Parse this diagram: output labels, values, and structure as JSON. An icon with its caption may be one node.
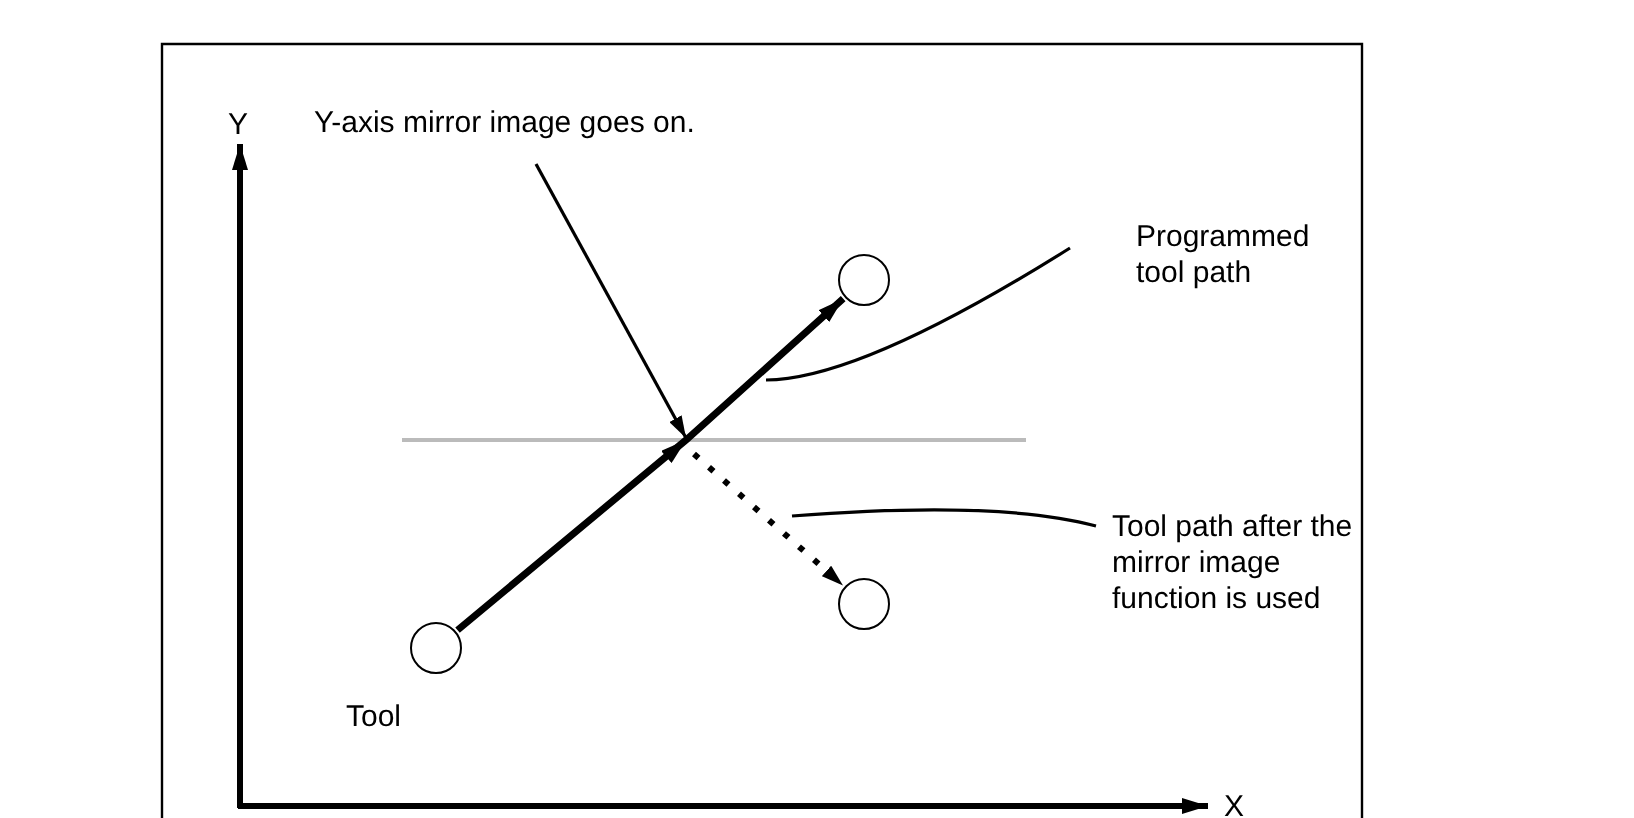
{
  "diagram": {
    "nodes": [
      {
        "text": [
          "Y-axis mirror image goes on."
        ]
      },
      {
        "text": [
          "Programmed tool path"
        ]
      },
      {
        "text": [
          "Tool path after the mirror image function is used"
        ]
      },
      {
        "text": [],
        "shape": "circle",
        "beside": [
          "Tool"
        ]
      },
      {
        "text": [],
        "shape": "circle"
      },
      {
        "text": [],
        "shape": "circle"
      }
    ],
    "edges": [
      {
        "from": 0,
        "to": null,
        "arrow": "to"
      },
      {
        "from": 3,
        "to": 4,
        "arrow": "to",
        "style": "thick"
      },
      {
        "from": null,
        "to": 5,
        "arrow": "to",
        "style": "dashed"
      },
      {
        "from": 1,
        "to": null,
        "arrow": "none"
      },
      {
        "from": 2,
        "to": null,
        "arrow": "none"
      }
    ],
    "labels": [
      "Y",
      "X"
    ]
  }
}
